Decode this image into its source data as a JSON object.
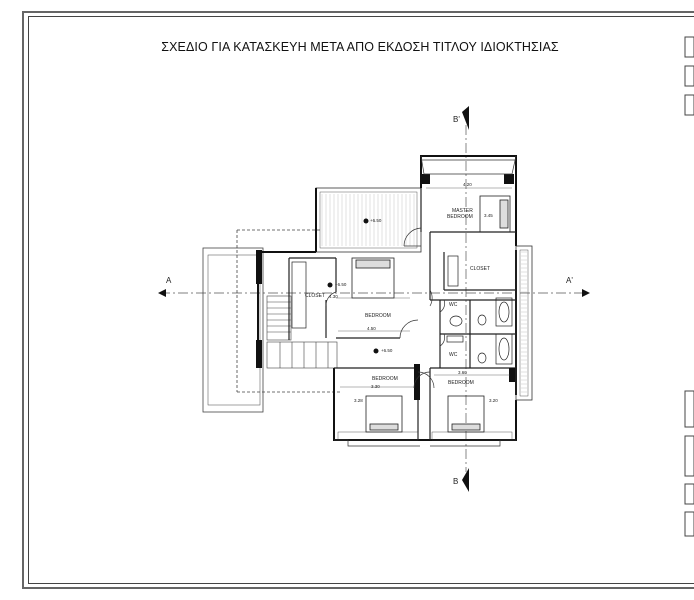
{
  "title": "ΣΧΕΔΙΟ ΓΙΑ ΚΑΤΑΣΚΕΥΗ ΜΕΤΑ ΑΠΟ ΕΚΔΟΣΗ ΤΙΤΛΟΥ ΙΔΙΟΚΤΗΣΙΑΣ",
  "section_markers": {
    "b_top": "B'",
    "b_bottom": "B",
    "a_left": "A",
    "a_right": "A'"
  },
  "rooms": {
    "master_bedroom_1": "MASTER",
    "master_bedroom_2": "BEDROOM",
    "closet_right": "CLOSET",
    "closet_left": "CLOSET",
    "bedroom_center": "BEDROOM",
    "wc_upper": "WC",
    "wc_lower": "WC",
    "bedroom_bl": "BEDROOM",
    "bedroom_br": "BEDROOM"
  },
  "dimensions": {
    "d_420": "4.20",
    "d_345": "3.45",
    "d_430": "4.30",
    "d_450": "4.50",
    "d_330": "3.30",
    "d_360": "3.60",
    "d_328": "3.28",
    "d_320": "3.20"
  },
  "levels": {
    "lv_balcony": "+6.50",
    "lv_bedroom": "+6.50",
    "lv_hall": "+6.50"
  }
}
